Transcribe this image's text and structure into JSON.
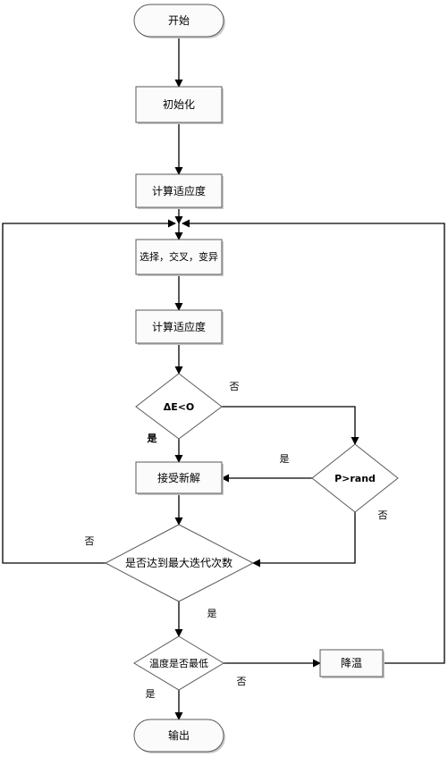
{
  "nodes": {
    "start": "开始",
    "init": "初始化",
    "fitness_1": "计算适应度",
    "operators": "选择，交叉，变异",
    "fitness_2": "计算适应度",
    "delta_check": "ΔE<O",
    "prob_check": "P>rand",
    "accept": "接受新解",
    "iter_check": "是否达到最大迭代次数",
    "temp_check": "温度是否最低",
    "cool": "降温",
    "end": "输出"
  },
  "edge_labels": {
    "delta_no": "否",
    "delta_yes": "是",
    "prob_yes": "是",
    "prob_no": "否",
    "iter_no": "否",
    "iter_yes": "是",
    "temp_no": "否",
    "temp_yes": "是"
  },
  "colors": {
    "line": "#000000",
    "node_border": "#5a5a5a",
    "node_fill": "#fbfbfb",
    "shadow": "#c9c9c9"
  }
}
